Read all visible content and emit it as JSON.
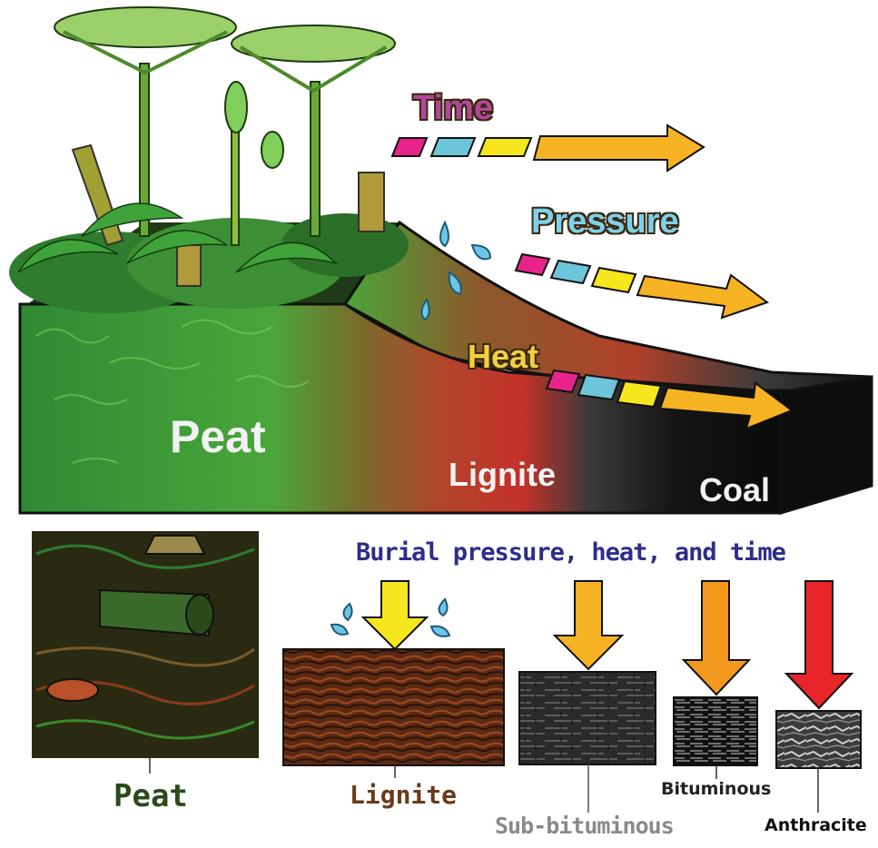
{
  "labels": {
    "time": "Time",
    "pressure": "Pressure",
    "heat": "Heat",
    "peat_top": "Peat",
    "lignite_top": "Lignite",
    "coal": "Coal",
    "burial": "Burial pressure, heat, and time",
    "peat": "Peat",
    "lignite": "Lignite",
    "subbituminous": "Sub-bituminous",
    "bituminous": "Bituminous",
    "anthracite": "Anthracite"
  },
  "colors": {
    "time": "#b0479a",
    "pressure": "#7fd0ea",
    "heat": "#f4d03f",
    "peat_green": "#3f8f34",
    "lignite_brown": "#8a5a2b",
    "coal_black": "#1a1a1a",
    "burial_text": "#2d2d8a"
  }
}
